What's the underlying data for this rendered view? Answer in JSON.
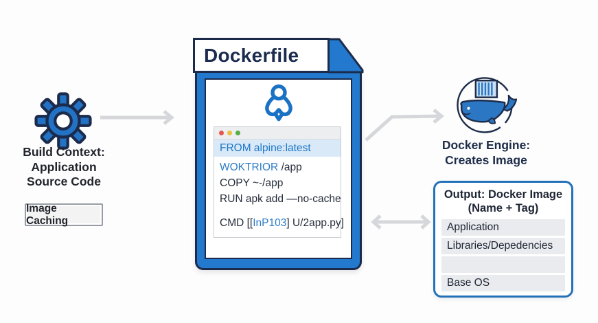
{
  "colors": {
    "docker_blue": "#2379cd",
    "navy_outline": "#1c2b4c",
    "keyword_blue": "#2e7cc6",
    "arrow_gray": "#d5d7da",
    "output_border_blue": "#2471ba",
    "layer_row_bg": "#e9ebee",
    "highlight_row_bg": "#d9e9f8"
  },
  "left": {
    "caption_lines": [
      "Build Context:",
      "Application",
      "Source Code"
    ],
    "button_label": "Image Caching"
  },
  "dockerfile": {
    "title": "Dockerfile",
    "code": {
      "from_line": "FROM alpine:latest",
      "workdir_keyword": "WOKTRIOR ",
      "workdir_rest": "/app",
      "copy_line": "COPY ~-/app",
      "run_line": "RUN apk add —no-cache",
      "cmd_prefix": "CMD [[",
      "cmd_keyword": "InP103",
      "cmd_suffix": "] U/2app.py]"
    }
  },
  "engine": {
    "caption_lines": [
      "Docker Engine:",
      "Creates Image"
    ]
  },
  "output": {
    "title_lines": [
      "Output: Docker Image",
      "(Name + Tag)"
    ],
    "layers": [
      "Application",
      "Libraries/Depedencies",
      "",
      "Base OS"
    ]
  },
  "icons": {
    "gear": "gear-icon",
    "dockerfile_glyph": "pin-icon",
    "engine": "docker-whale-icon",
    "window_dots": [
      "red-dot",
      "yellow-dot",
      "green-dot"
    ]
  }
}
